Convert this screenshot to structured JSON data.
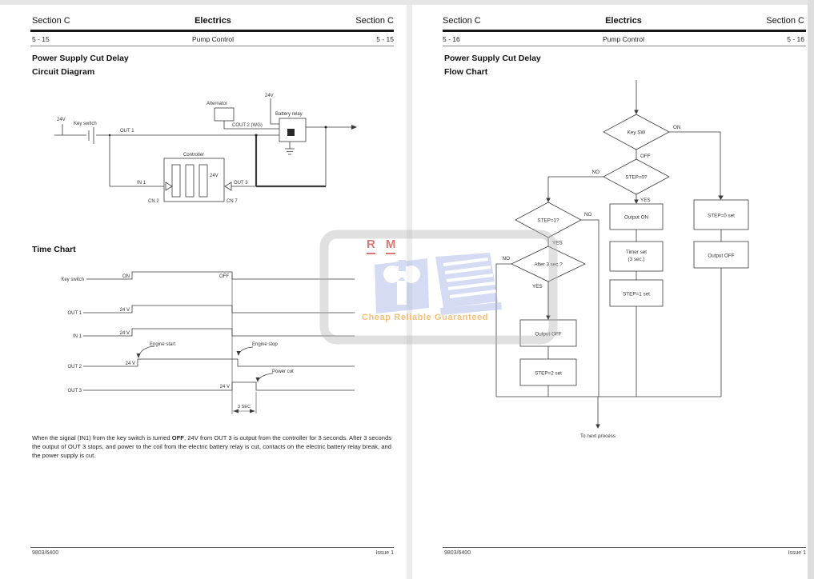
{
  "pages": {
    "left": {
      "header": {
        "section_left": "Section C",
        "title": "Electrics",
        "section_right": "Section C",
        "page_num_left": "5 - 15",
        "subtitle": "Pump Control",
        "page_num_right": "5 - 15"
      },
      "heading": "Power Supply Cut Delay",
      "subheading": "Circuit Diagram",
      "time_chart_heading": "Time Chart",
      "footer": {
        "doc_number": "9803/6400",
        "issue": "Issue 1"
      }
    },
    "right": {
      "header": {
        "section_left": "Section C",
        "title": "Electrics",
        "section_right": "Section C",
        "page_num_left": "5 - 16",
        "subtitle": "Pump Control",
        "page_num_right": "5 - 16"
      },
      "heading": "Power Supply Cut Delay",
      "subheading": "Flow Chart",
      "footer": {
        "doc_number": "9803/6400",
        "issue": "Issue 1"
      }
    }
  },
  "circuit": {
    "supply_label": "24V",
    "key_switch": "Key switch",
    "out1": "OUT 1",
    "in1": "IN 1",
    "cn2": "CN 2",
    "controller": "Controller",
    "controller_24v": "24V",
    "out3": "OUT 3",
    "cn7": "CN 7",
    "alternator": "Alternator",
    "cout2": "COUT 2 (WG)",
    "relay_24v": "24V",
    "battery_relay": "Battery relay"
  },
  "time_chart": {
    "rows": [
      {
        "label": "Key switch",
        "level": "ON"
      },
      {
        "label": "OUT 1",
        "level": "24 V"
      },
      {
        "label": "IN 1",
        "level": "24 V"
      },
      {
        "label": "OUT 2",
        "level": "24 V"
      },
      {
        "label": "OUT 3",
        "level": "24 V"
      }
    ],
    "off_label": "OFF",
    "engine_start": "Engine start",
    "engine_stop": "Engine stop",
    "power_cut": "Power cut",
    "duration": "3 SEC"
  },
  "flow_chart": {
    "nodes": {
      "key_sw": "Key SW",
      "step0": "STEP=0?",
      "step1": "STEP=1?",
      "after3": "After 3 sec.?",
      "output_on": "Output ON",
      "timer_set_line1": "Timer set",
      "timer_set_line2": "(3 sec.)",
      "step1_set": "STEP=1 set",
      "step0_set": "STEP=0 set",
      "output_off_right": "Output OFF",
      "output_off_left": "Output OFF",
      "step2_set": "STEP=2 set"
    },
    "labels": {
      "on": "ON",
      "off": "OFF",
      "yes": "YES",
      "no": "NO"
    },
    "exit": "To next process"
  },
  "paragraph": {
    "before": "When the signal (IN1) from the key switch is turned ",
    "bold": "OFF",
    "after": ", 24V from OUT 3 is output from the controller for 3 seconds. After 3 seconds the output of OUT 3 stops, and power to the coil from the electric battery relay is cut, contacts on the electric battery relay break, and the power supply is cut."
  },
  "watermark": {
    "letter1": "R",
    "letter2": "M",
    "tagline": "Cheap Reliable Guaranteed",
    "colors": {
      "letters": "#d65050",
      "logo": "#aab9e6",
      "tagline": "#f0a23a",
      "frame": "#b5b5b5"
    }
  }
}
